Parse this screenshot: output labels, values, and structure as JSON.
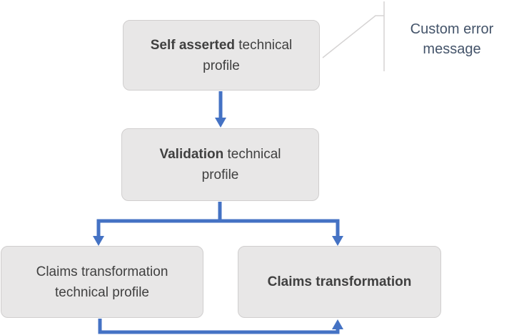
{
  "diagram": {
    "boxes": [
      {
        "id": "self-asserted-technical-profile",
        "lines": [
          {
            "bold": "Self asserted",
            "rest": " technical"
          },
          {
            "bold": "",
            "rest": "profile"
          }
        ]
      },
      {
        "id": "validation-technical-profile",
        "lines": [
          {
            "bold": "Validation",
            "rest": " technical"
          },
          {
            "bold": "",
            "rest": "profile"
          }
        ]
      },
      {
        "id": "claims-transformation-technical-profile",
        "lines": [
          {
            "bold": "",
            "rest": "Claims transformation"
          },
          {
            "bold": "",
            "rest": "technical profile"
          }
        ]
      },
      {
        "id": "claims-transformation",
        "lines": [
          {
            "bold": "Claims transformation",
            "rest": ""
          },
          {
            "bold": "",
            "rest": ""
          }
        ]
      }
    ],
    "callout": {
      "label": "Custom error message"
    },
    "colors": {
      "arrow_blue": "#4472c4",
      "box_fill": "#e8e7e7",
      "box_border": "#d0cece",
      "box_text": "#404040",
      "callout_text": "#44546a",
      "callout_line": "#d5d3d3"
    }
  }
}
